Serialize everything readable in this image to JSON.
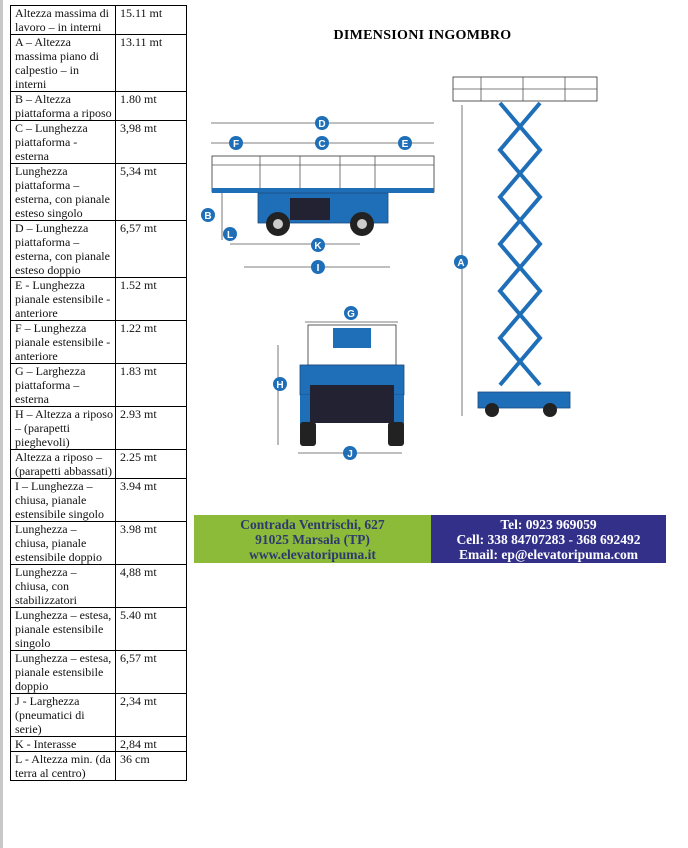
{
  "title": "DIMENSIONI INGOMBRO",
  "specs": [
    {
      "label": "Altezza massima di lavoro – in interni",
      "value": "15.11 mt"
    },
    {
      "label": "A – Altezza massima piano di calpestio – in interni",
      "value": "13.11 mt"
    },
    {
      "label": "B – Altezza piattaforma a riposo",
      "value": "1.80 mt"
    },
    {
      "label": "C – Lunghezza piattaforma - esterna",
      "value": "3,98 mt"
    },
    {
      "label": "Lunghezza piattaforma – esterna, con pianale esteso singolo",
      "value": "5,34 mt"
    },
    {
      "label": "D – Lunghezza piattaforma – esterna, con pianale esteso doppio",
      "value": "6,57 mt"
    },
    {
      "label": "E - Lunghezza pianale estensibile - anteriore",
      "value": "1.52 mt"
    },
    {
      "label": "F – Lunghezza pianale estensibile - anteriore",
      "value": "1.22 mt"
    },
    {
      "label": "G – Larghezza piattaforma – esterna",
      "value": "1.83 mt"
    },
    {
      "label": "H – Altezza a riposo – (parapetti pieghevoli)",
      "value": "2.93 mt"
    },
    {
      "label": "Altezza a riposo – (parapetti abbassati)",
      "value": "2.25 mt"
    },
    {
      "label": "I – Lunghezza – chiusa, pianale estensibile singolo",
      "value": "3.94 mt"
    },
    {
      "label": "Lunghezza – chiusa, pianale estensibile doppio",
      "value": "3.98 mt"
    },
    {
      "label": "Lunghezza – chiusa, con stabilizzatori",
      "value": "4,88 mt"
    },
    {
      "label": "Lunghezza – estesa, pianale estensibile singolo",
      "value": "5.40 mt"
    },
    {
      "label": "Lunghezza – estesa, pianale estensibile doppio",
      "value": "6,57 mt"
    },
    {
      "label": "J - Larghezza (pneumatici di serie)",
      "value": "2,34 mt"
    },
    {
      "label": "K - Interasse",
      "value": "2,84 mt"
    },
    {
      "label": "L - Altezza min. (da terra al centro)",
      "value": "36 cm"
    }
  ],
  "dim_labels": {
    "A": "A",
    "B": "B",
    "C": "C",
    "D": "D",
    "E": "E",
    "F": "F",
    "G": "G",
    "H": "H",
    "I": "I",
    "J": "J",
    "K": "K",
    "L": "L"
  },
  "contact": {
    "address_line1": "Contrada Ventrischi, 627",
    "address_line2": "91025 Marsala (TP)",
    "website": "www.elevatoripuma.it",
    "tel": "Tel: 0923 969059",
    "cell": "Cell: 338 84707283 - 368 692492",
    "email": "Email: ep@elevatoripuma.com"
  },
  "colors": {
    "machine_blue": "#1f6fb8",
    "green": "#8cbb3a",
    "navy": "#33308a"
  }
}
